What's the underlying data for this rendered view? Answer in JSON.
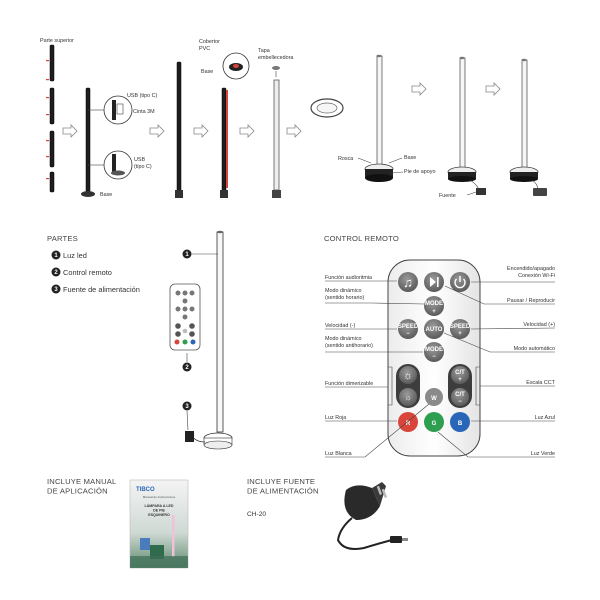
{
  "assembly": {
    "parte_superior": "Parte superior",
    "usb_tipo_c_1": "USB (tipo C)",
    "cinta_3m": "Cinta 3M",
    "usb_tipo_c_2": "USB\n(tipo C)",
    "base_1": "Base",
    "cobertor_pvc": "Cobertor\nPVC",
    "base_2": "Base",
    "tapa_embellecedora": "Tapa\nembellecedora",
    "rosca": "Rosca",
    "base_3": "Base",
    "pie_de_apoyo": "Pie de apoyo",
    "fuente": "Fuente"
  },
  "partes": {
    "title": "PARTES",
    "items": [
      {
        "num": "1",
        "label": "Luz led"
      },
      {
        "num": "2",
        "label": "Control remoto"
      },
      {
        "num": "3",
        "label": "Fuente de alimentación"
      }
    ]
  },
  "control_remoto": {
    "title": "CONTROL REMOTO",
    "labels_left": [
      "Función audioritmia",
      "Modo dinámico\n(sentido horario)",
      "Velocidad (-)",
      "Modo dinámico\n(sentido antihorario)",
      "Función dimerizable",
      "Luz Roja",
      "Luz Blanca"
    ],
    "labels_right": [
      "Encendido/apagado\nConexión Wi-Fi",
      "Pausar / Reproducir",
      "Velocidad (+)",
      "Modo automático",
      "Escala CCT",
      "Luz Azul",
      "Luz Verde"
    ],
    "buttons": {
      "mode": "MODE",
      "plus": "+",
      "minus": "−",
      "speed": "SPEED",
      "auto": "AUTO",
      "ct": "C/T",
      "w": "W",
      "r": "R",
      "g": "G",
      "b": "B"
    }
  },
  "incluye_manual": {
    "title": "INCLUYE MANUAL\nDE APLICACIÓN"
  },
  "manual_cover": {
    "brand": "TIBCO",
    "top_line": "Manual de Instrucciones",
    "product": "LÁMPARA A LED\nDE PIE\nESQUINERO"
  },
  "incluye_fuente": {
    "title": "INCLUYE FUENTE\nDE ALIMENTACIÓN",
    "model": "CH-20"
  },
  "colors": {
    "red": "#d8453a",
    "green": "#2e9e51",
    "blue": "#2a66b8",
    "gray": "#8a8a8a",
    "dark": "#333333"
  }
}
